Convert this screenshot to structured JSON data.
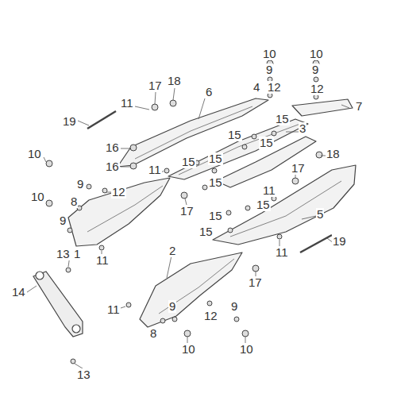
{
  "diagram": {
    "labels": [
      "17",
      "18",
      "6",
      "10",
      "10",
      "9",
      "9",
      "4",
      "12",
      "12",
      "7",
      "11",
      "19",
      "15",
      "3",
      "15",
      "15",
      "16",
      "16",
      "11",
      "15",
      "15",
      "18",
      "17",
      "10",
      "9",
      "12",
      "15",
      "11",
      "10",
      "8",
      "17",
      "15",
      "15",
      "15",
      "5",
      "9",
      "13",
      "1",
      "11",
      "2",
      "11",
      "19",
      "17",
      "14",
      "11",
      "9",
      "9",
      "12",
      "8",
      "10",
      "10",
      "13"
    ]
  }
}
